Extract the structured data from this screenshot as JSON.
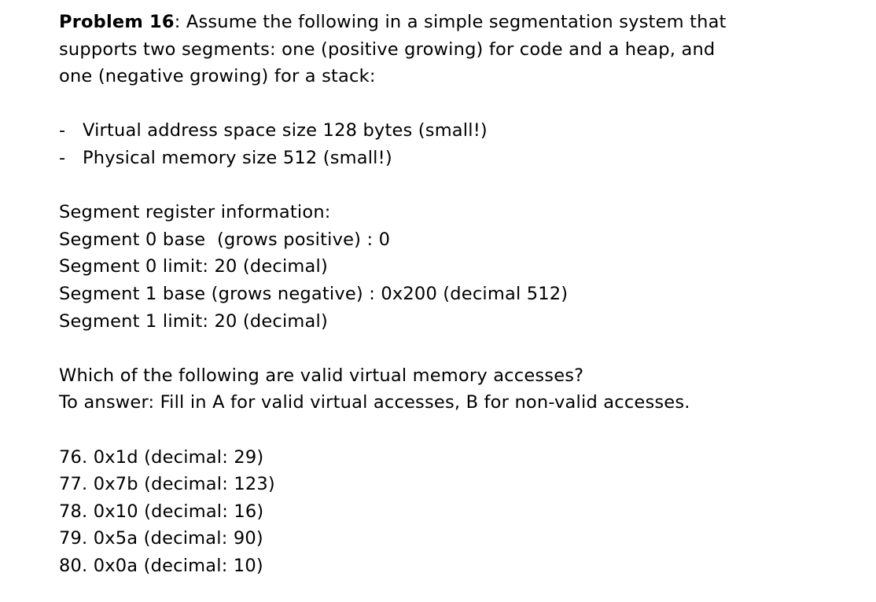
{
  "page": {
    "background_color": "#ffffff",
    "text_color": "#000000"
  },
  "problem": {
    "label": "Problem 16",
    "title_rest": ": Assume the following in a simple segmentation system that",
    "intro_line2": "supports two segments: one (positive growing) for code and a heap, and",
    "intro_line3": "one (negative growing) for a stack:",
    "bullets": [
      {
        "marker": "-",
        "text": "Virtual address space size 128 bytes (small!)"
      },
      {
        "marker": "-",
        "text": "Physical memory size 512 (small!)"
      }
    ],
    "segment_register": {
      "heading": "Segment register information:",
      "lines": [
        "Segment 0 base  (grows positive) : 0",
        "Segment 0 limit: 20 (decimal)",
        "Segment 1 base (grows negative) : 0x200 (decimal 512)",
        "Segment 1 limit: 20 (decimal)"
      ]
    },
    "question_line1": "Which of the following are valid virtual memory accesses?",
    "question_line2": "To answer: Fill in A for valid virtual accesses, B for non-valid accesses.",
    "access_items": [
      {
        "number": "76.",
        "hex": "0x1d",
        "decimal": "(decimal: 29)"
      },
      {
        "number": "77.",
        "hex": "0x7b",
        "decimal": "(decimal: 123)"
      },
      {
        "number": "78.",
        "hex": "0x10",
        "decimal": "(decimal: 16)"
      },
      {
        "number": "79.",
        "hex": "0x5a",
        "decimal": "(decimal: 90)"
      },
      {
        "number": "80.",
        "hex": "0x0a",
        "decimal": "(decimal: 10)"
      }
    ]
  }
}
